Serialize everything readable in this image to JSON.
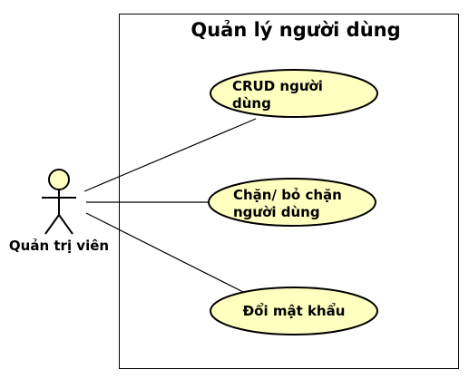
{
  "system": {
    "title": "Quản lý người dùng"
  },
  "actor": {
    "name": "Quản trị viên"
  },
  "use_cases": [
    {
      "lines": [
        "CRUD người",
        "dùng"
      ]
    },
    {
      "lines": [
        "Chặn/ bỏ chặn",
        "người dùng"
      ]
    },
    {
      "lines": [
        "Đổi mật khẩu"
      ]
    }
  ],
  "colors": {
    "use_case_fill": "#FFFFC0",
    "actor_head_fill": "#FFFFC0",
    "stroke": "#000000",
    "background": "#FFFFFF"
  }
}
